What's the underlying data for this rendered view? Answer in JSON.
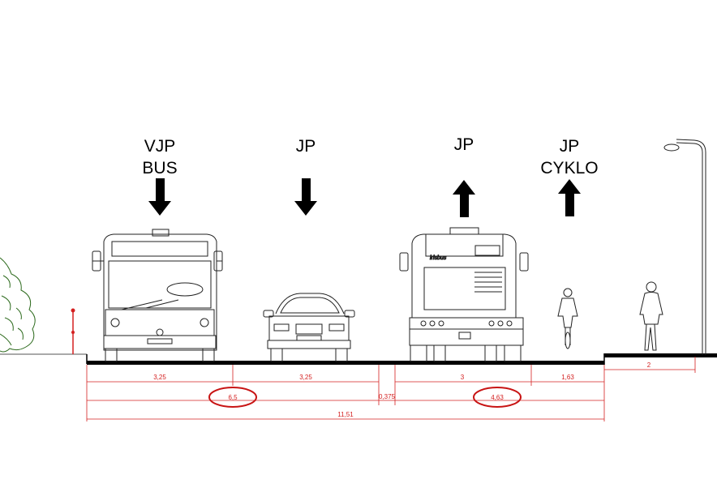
{
  "lanes": [
    {
      "line1": "VJP",
      "line2": "BUS",
      "direction": "down"
    },
    {
      "line1": "JP",
      "direction": "down"
    },
    {
      "line1": "JP",
      "direction": "up"
    },
    {
      "line1": "JP",
      "line2": "CYKLO",
      "direction": "up"
    }
  ],
  "vehicles": {
    "rear_bus_brand": "irisbus"
  },
  "dimensions": {
    "row1": [
      "3,25",
      "3,25",
      "3",
      "1,63"
    ],
    "sidewalk": "2",
    "row2": {
      "left": "6,5",
      "gap": "0,375",
      "right": "4,63"
    },
    "total": "11,51"
  },
  "colors": {
    "dimension": "#d42020",
    "tree": "#2e6b1e"
  }
}
